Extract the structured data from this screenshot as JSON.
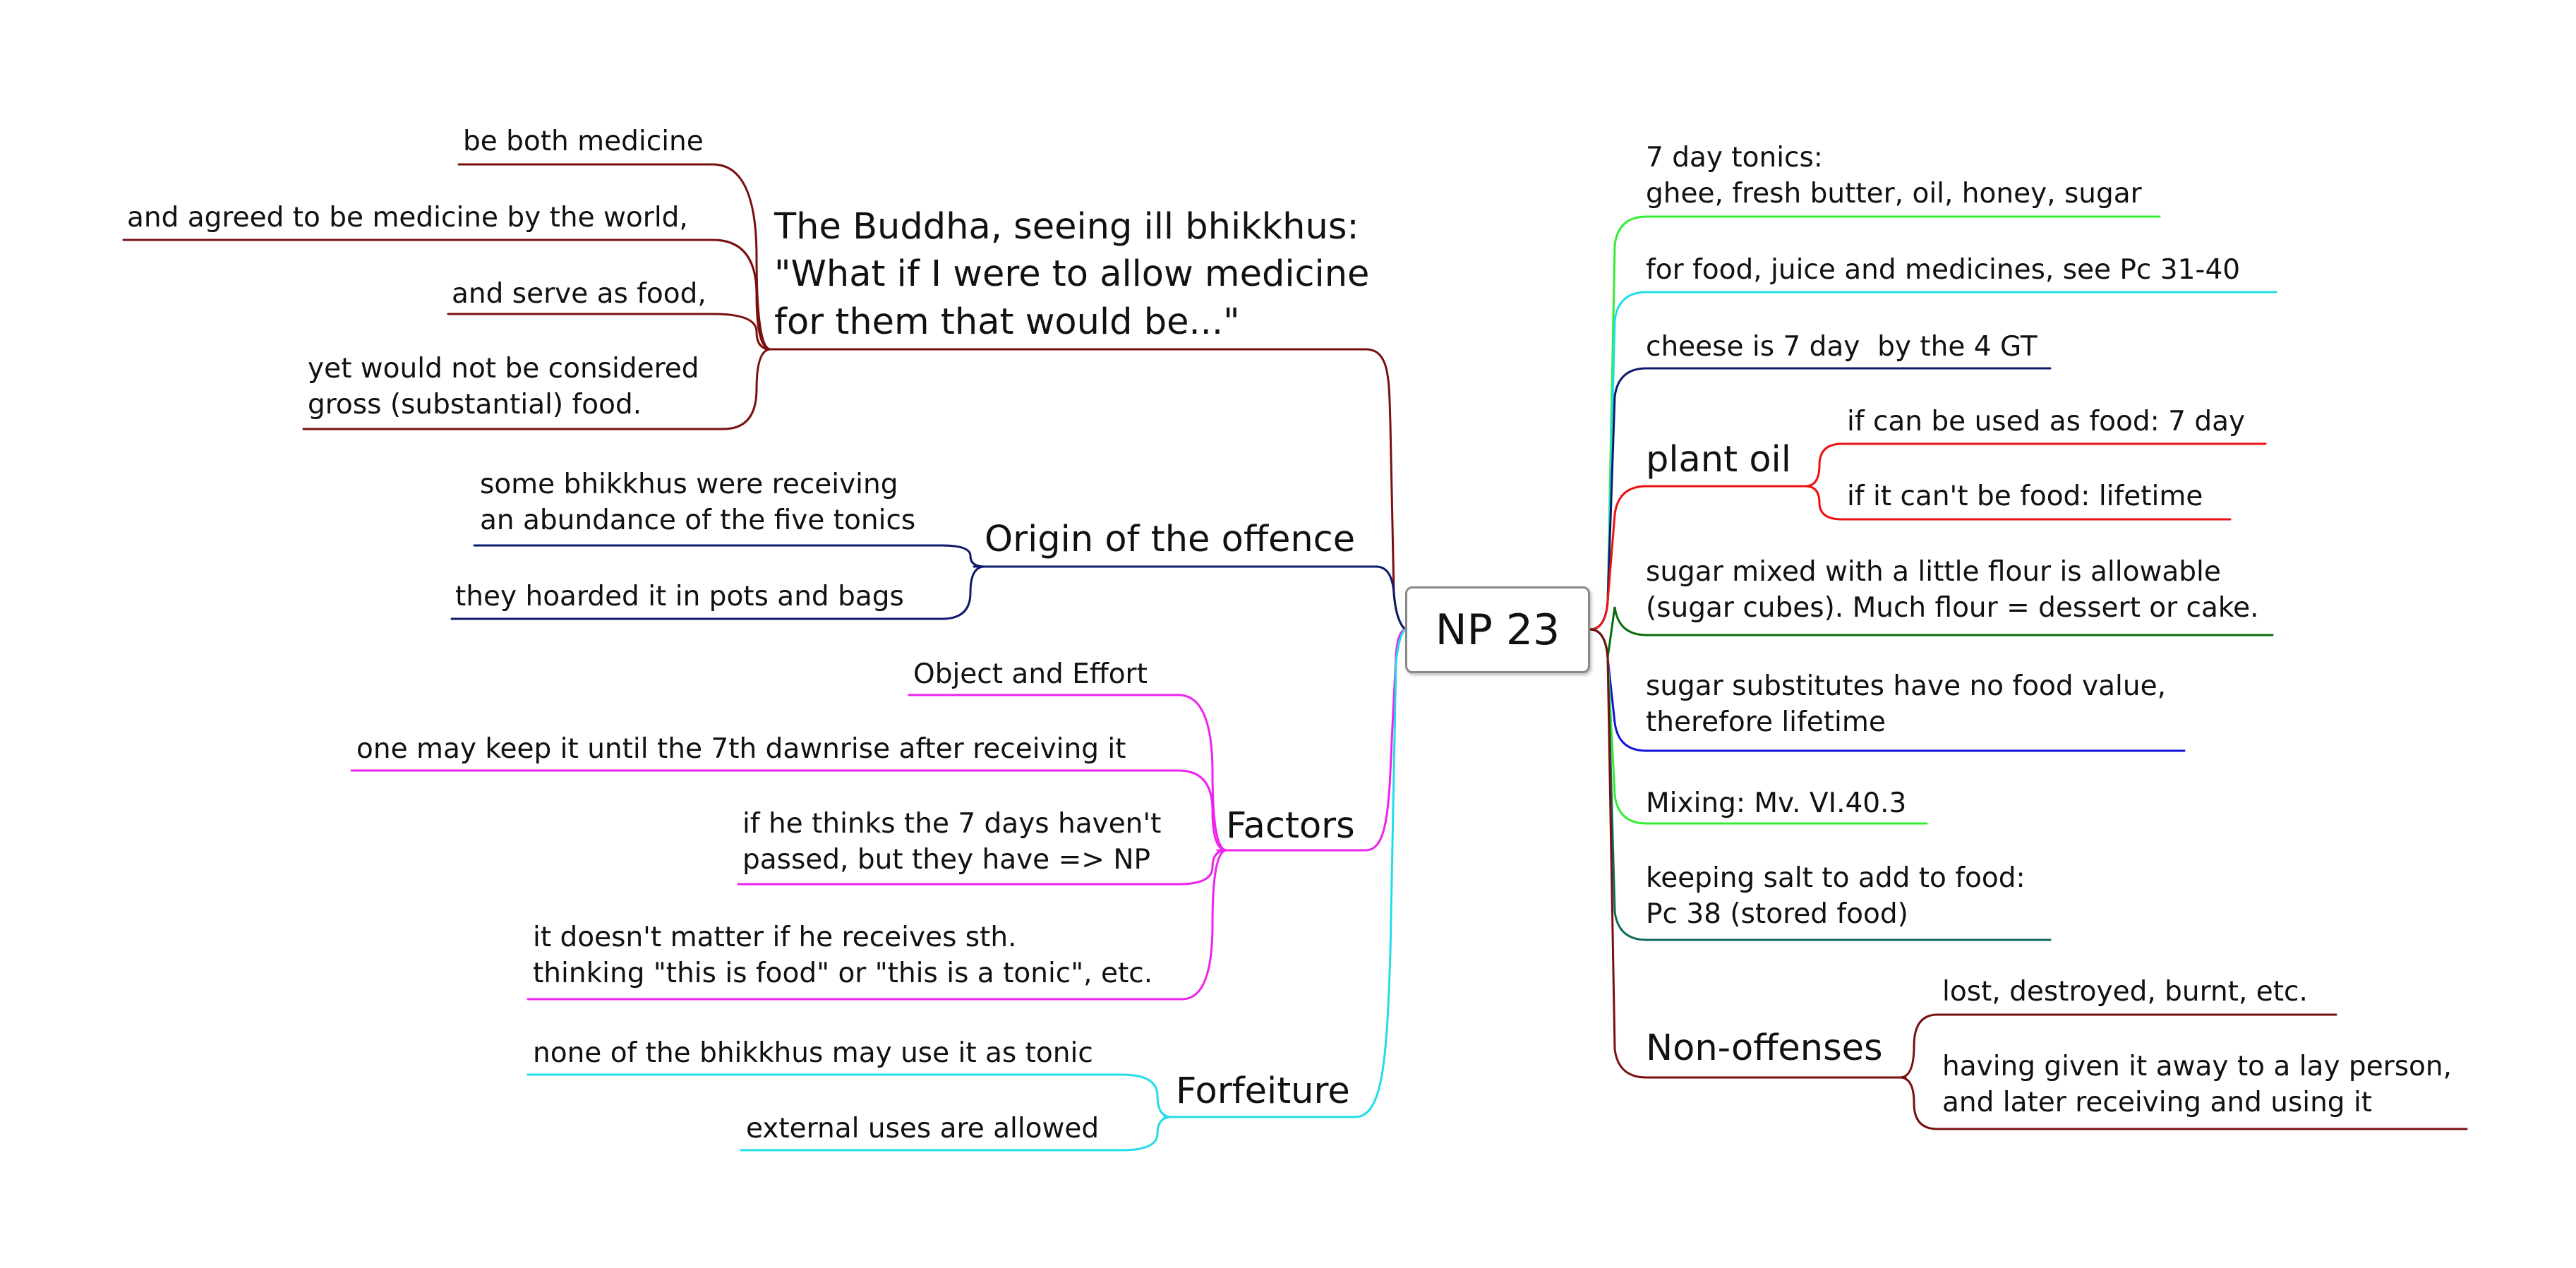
{
  "center": {
    "label": "NP 23"
  },
  "left": {
    "buddha": {
      "title": "The Buddha, seeing ill bhikkhus:\n\"What if I were to allow medicine\nfor them that would be...\"",
      "items": [
        "be both medicine",
        "and agreed to be medicine by the world,",
        "and serve as food,",
        "yet would not be considered\ngross (substantial) food."
      ],
      "color": "#7a0f0f"
    },
    "origin": {
      "title": "Origin of the offence",
      "items": [
        "some bhikkhus were receiving\nan abundance of the five tonics",
        "they hoarded it in pots and bags"
      ],
      "color": "#0d1a6b"
    },
    "factors": {
      "title": "Factors",
      "items": [
        "Object and Effort",
        "one may keep it until the 7th dawnrise after receiving it",
        "if he thinks the 7 days haven't\npassed, but they have => NP",
        "it doesn't matter if he receives sth.\nthinking \"this is food\" or \"this is a tonic\", etc."
      ],
      "color": "#ee22ee"
    },
    "forfeiture": {
      "title": "Forfeiture",
      "items": [
        "none of the bhikkhus may use it as tonic",
        "external uses are allowed"
      ],
      "color": "#22dde8"
    }
  },
  "right": {
    "tonics": {
      "text": "7 day tonics:\nghee, fresh butter, oil, honey, sugar",
      "color": "#33ee33"
    },
    "food_juice": {
      "text": "for food, juice and medicines, see Pc 31-40",
      "color": "#22dde8"
    },
    "cheese": {
      "text": "cheese is 7 day  by the 4 GT",
      "color": "#0d1a6b"
    },
    "plant_oil": {
      "title": "plant oil",
      "items": [
        "if can be used as food: 7 day",
        "if it can't be food: lifetime"
      ],
      "color": "#ee1111"
    },
    "sugar_flour": {
      "text": "sugar mixed with a little flour is allowable\n(sugar cubes). Much flour = dessert or cake.",
      "color": "#0a6b0a"
    },
    "sugar_subs": {
      "text": "sugar substitutes have no food value,\ntherefore lifetime",
      "color": "#1111dd"
    },
    "mixing": {
      "text": "Mixing: Mv. VI.40.3",
      "color": "#33ee33"
    },
    "salt": {
      "text": "keeping salt to add to food:\nPc 38 (stored food)",
      "color": "#0a6b5a"
    },
    "non_offenses": {
      "title": "Non-offenses",
      "items": [
        "lost, destroyed, burnt, etc.",
        "having given it away to a lay person,\nand later receiving and using it"
      ],
      "color": "#7a0f0f"
    }
  }
}
